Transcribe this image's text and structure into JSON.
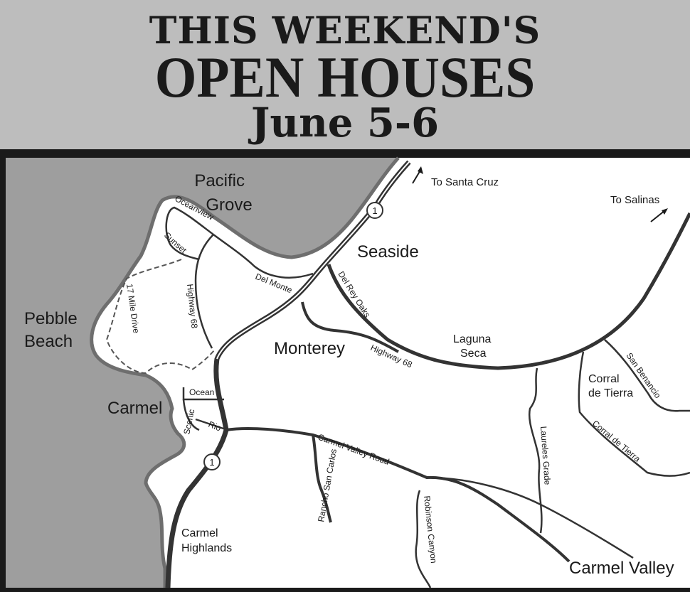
{
  "header": {
    "line1": "THIS WEEKEND'S",
    "line2": "OPEN HOUSES",
    "line3": "June 5-6"
  },
  "colors": {
    "header_bg": "#bdbdbd",
    "ocean": "#9e9e9e",
    "land": "#ffffff",
    "frame": "#1a1a1a",
    "road": "#333333"
  },
  "places": {
    "pacific_grove": [
      "Pacific",
      "Grove"
    ],
    "seaside": "Seaside",
    "pebble_beach": [
      "Pebble",
      "Beach"
    ],
    "monterey": "Monterey",
    "carmel": "Carmel",
    "laguna_seca": [
      "Laguna",
      "Seca"
    ],
    "corral_de_tierra_area": [
      "Corral",
      "de Tierra"
    ],
    "carmel_highlands": [
      "Carmel",
      "Highlands"
    ],
    "carmel_valley": "Carmel Valley"
  },
  "directions": {
    "santa_cruz": "To Santa Cruz",
    "salinas": "To Salinas"
  },
  "roads": {
    "oceanview": "Oceanview",
    "sunset": "Sunset",
    "seventeen_mile": "17 Mile Drive",
    "highway68_west": "Highway 68",
    "del_monte": "Del Monte",
    "del_rey_oaks": "Del Rey Oaks",
    "highway68_east": "Highway 68",
    "san_benancio": "San Benancio",
    "ocean": "Ocean",
    "scenic": "Scenic",
    "rio": "Rio",
    "carmel_valley_road": "Carmel Valley Road",
    "laureles_grade": "Laureles Grade",
    "corral_de_tierra_road": "Corral de Tierra",
    "rancho_san_carlos": "Rancho San Carlos",
    "robinson_canyon": "Robinson Canyon"
  },
  "highway_shields": {
    "north": "1",
    "south": "1"
  }
}
